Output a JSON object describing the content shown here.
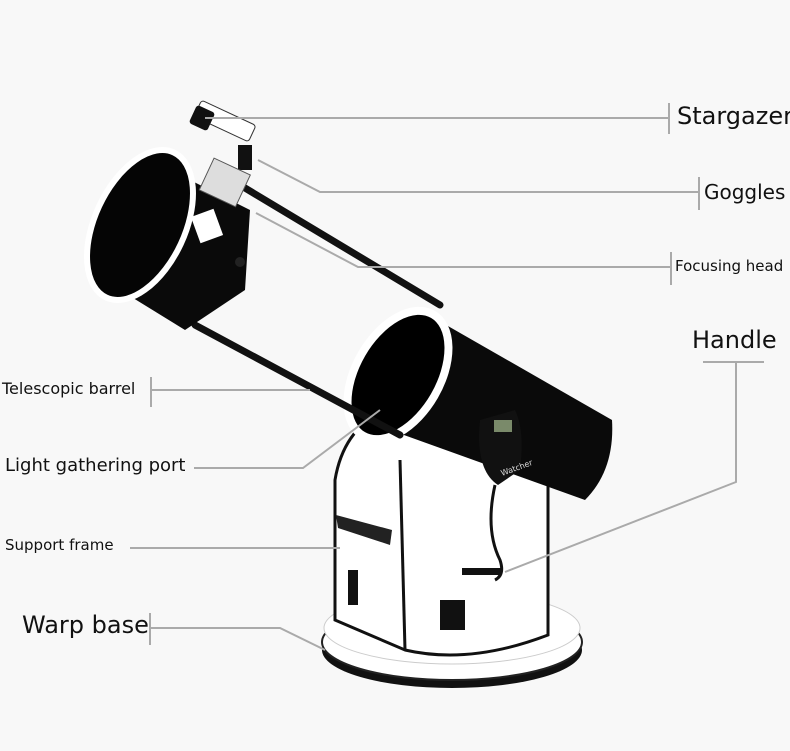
{
  "labels": {
    "stargazer": "Stargazer",
    "goggles": "Goggles",
    "focusing_head": "Focusing head",
    "handle": "Handle",
    "telescopic_barrel": "Telescopic barrel",
    "light_gathering_port": "Light gathering port",
    "support_frame": "Support frame",
    "warp_base": "Warp base"
  },
  "hand_controller_brand": "Watcher",
  "colors": {
    "background": "#f8f8f8",
    "leader_line": "#aaaaaa",
    "tube": "#0a0a0a",
    "base": "#ffffff"
  }
}
